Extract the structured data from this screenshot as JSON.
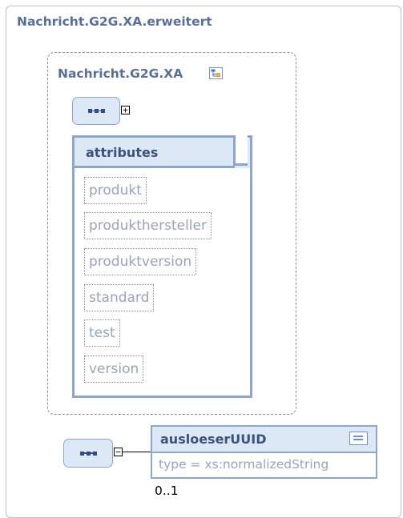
{
  "outer": {
    "title": "Nachricht.G2G.XA.erweitert"
  },
  "extension": {
    "title": "Nachricht.G2G.XA",
    "type_icon": "complex-type-icon"
  },
  "sequence_toggles": {
    "top": "+",
    "bottom": "−"
  },
  "attributes": {
    "title": "attributes",
    "items": [
      "produkt",
      "produkthersteller",
      "produktversion",
      "standard",
      "test",
      "version"
    ]
  },
  "element": {
    "name": "ausloeserUUID",
    "type": "type = xs:normalizedString",
    "cardinality": "0..1",
    "icon": "documentation-icon"
  },
  "colors": {
    "title": "#5a6f94",
    "box_border": "#8ea6cc",
    "box_fill": "#dde8f6",
    "muted_text": "#98a4bb"
  }
}
